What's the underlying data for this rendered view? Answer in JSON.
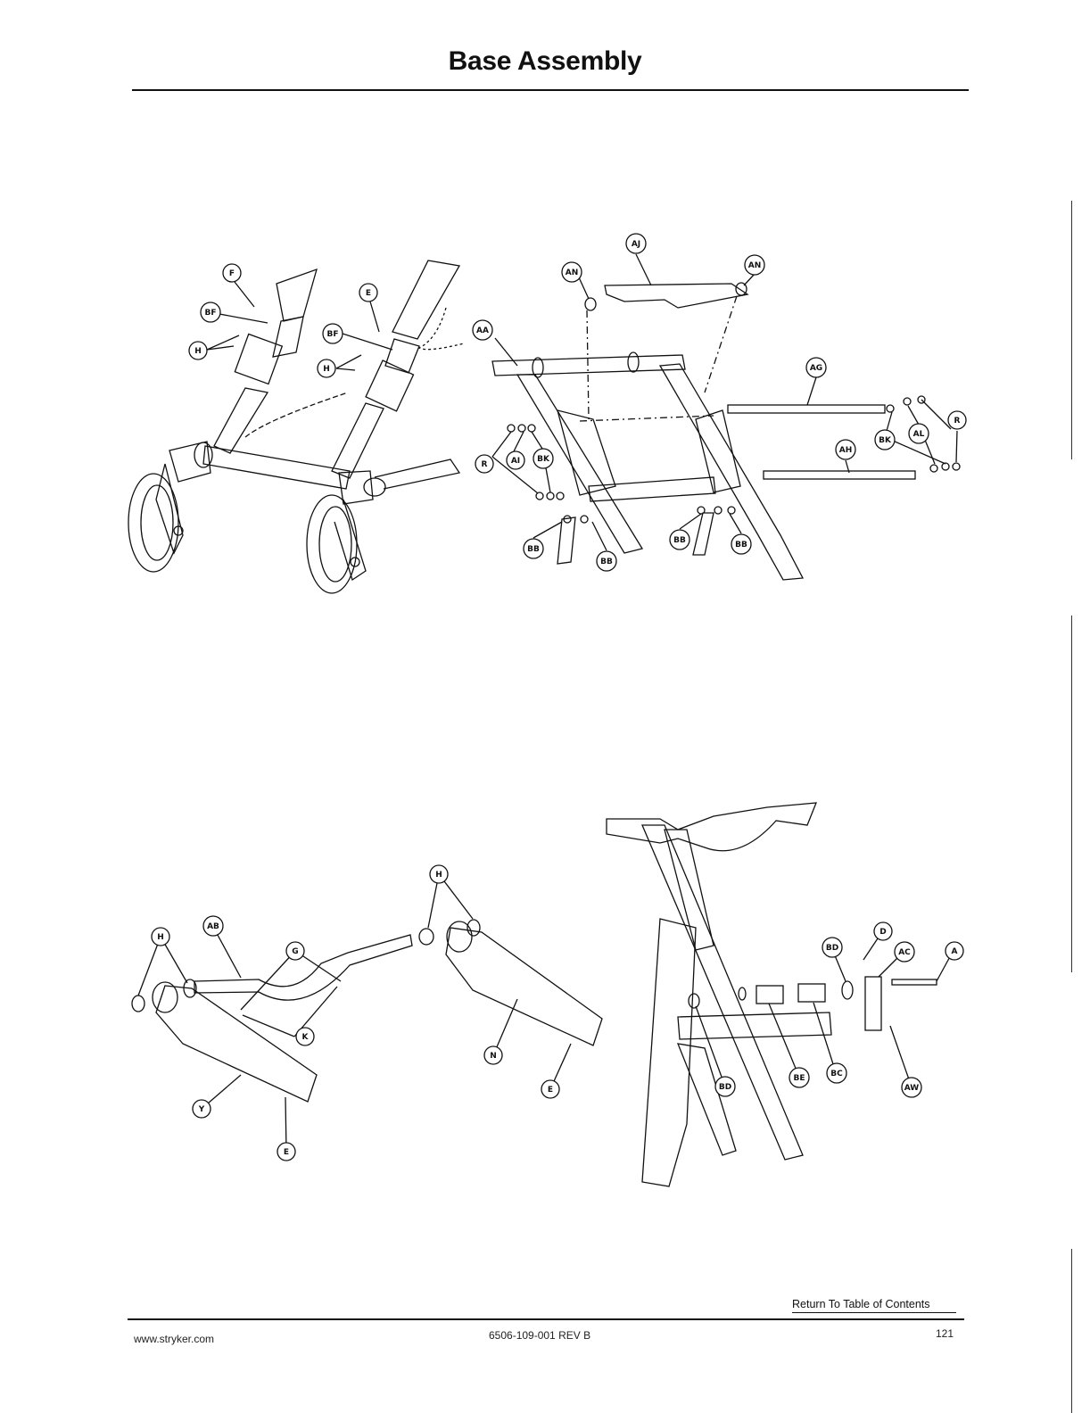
{
  "page": {
    "title": "Base Assembly",
    "toc_link": "Return To Table of Contents",
    "footer": {
      "website": "www.stryker.com",
      "doc_number": "6506-109-001 REV B",
      "page_number": "121"
    }
  },
  "callouts": {
    "f": "F",
    "bf": "BF",
    "h": "H",
    "e": "E",
    "aj": "AJ",
    "an": "AN",
    "aa": "AA",
    "ag": "AG",
    "ah": "AH",
    "r": "R",
    "bk": "BK",
    "al": "AL",
    "ai": "AI",
    "bb": "BB",
    "ab": "AB",
    "g": "G",
    "k": "K",
    "n": "N",
    "y": "Y",
    "bd": "BD",
    "be": "BE",
    "bc": "BC",
    "d": "D",
    "ac": "AC",
    "a": "A",
    "aw": "AW"
  }
}
